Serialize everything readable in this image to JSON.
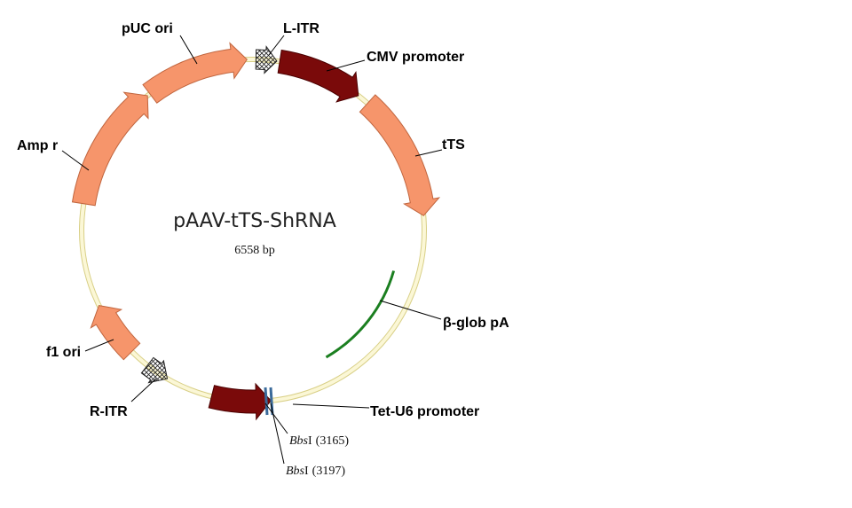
{
  "plasmid": {
    "name": "pAAV-tTS-ShRNA",
    "size": "6558 bp",
    "colors": {
      "backbone_fill": "#fbf7d6",
      "backbone_stroke": "#d8cf86",
      "salmon": "#f6956b",
      "maroon": "#7a0a0a",
      "green": "#1b7f20",
      "site_blue": "#3a6a9a"
    }
  },
  "features": [
    {
      "id": "puc-ori",
      "label": "pUC ori",
      "kind": "arrow",
      "color": "salmon"
    },
    {
      "id": "l-itr",
      "label": "L-ITR",
      "kind": "itr"
    },
    {
      "id": "cmv",
      "label": "CMV promoter",
      "kind": "arrow",
      "color": "maroon"
    },
    {
      "id": "tts",
      "label": "tTS",
      "kind": "arrow",
      "color": "salmon"
    },
    {
      "id": "bglob",
      "label": "β-glob pA",
      "kind": "line",
      "color": "green"
    },
    {
      "id": "tet-u6",
      "label": "Tet-U6 promoter",
      "kind": "arrow",
      "color": "maroon"
    },
    {
      "id": "r-itr",
      "label": "R-ITR",
      "kind": "itr"
    },
    {
      "id": "f1-ori",
      "label": "f1 ori",
      "kind": "arrow",
      "color": "salmon"
    },
    {
      "id": "amp-r",
      "label": "Amp r",
      "kind": "arrow",
      "color": "salmon"
    }
  ],
  "sites": [
    {
      "enzyme": "Bbs",
      "suffix": "I",
      "position": "(3165)"
    },
    {
      "enzyme": "Bbs",
      "suffix": "I",
      "position": "(3197)"
    }
  ]
}
